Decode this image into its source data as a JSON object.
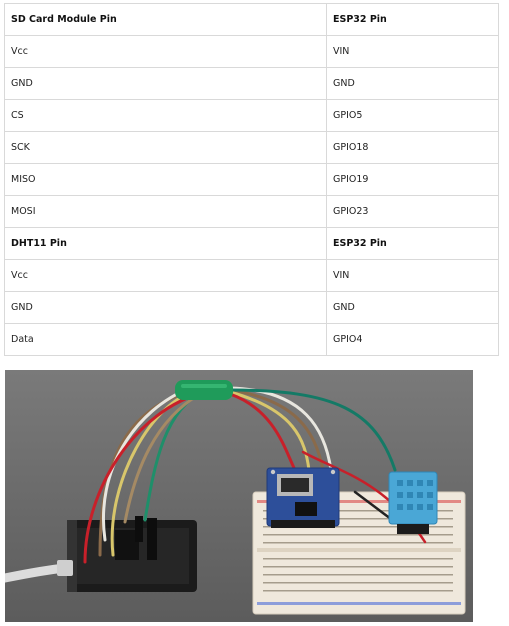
{
  "table": {
    "rows": [
      {
        "left": "SD Card Module Pin",
        "right": "ESP32 Pin",
        "header": true
      },
      {
        "left": "Vcc",
        "right": "VIN"
      },
      {
        "left": "GND",
        "right": "GND"
      },
      {
        "left": "CS",
        "right": "GPIO5"
      },
      {
        "left": "SCK",
        "right": "GPIO18"
      },
      {
        "left": "MISO",
        "right": "GPIO19"
      },
      {
        "left": "MOSI",
        "right": "GPIO23"
      },
      {
        "left": "DHT11 Pin",
        "right": "ESP32 Pin",
        "header": true
      },
      {
        "left": "Vcc",
        "right": "VIN"
      },
      {
        "left": "GND",
        "right": "GND"
      },
      {
        "left": "Data",
        "right": "GPIO4"
      }
    ]
  },
  "colors": {
    "wire_green": "#1f8f6a",
    "wire_yellow": "#d8c66b",
    "wire_red": "#c8202a",
    "wire_brown": "#8a6a4a",
    "wire_white": "#e8e6df",
    "wire_teal": "#147a66",
    "sd_board": "#2d4f9a",
    "sensor": "#4aa7d6",
    "breadboard": "#efe8dc"
  }
}
